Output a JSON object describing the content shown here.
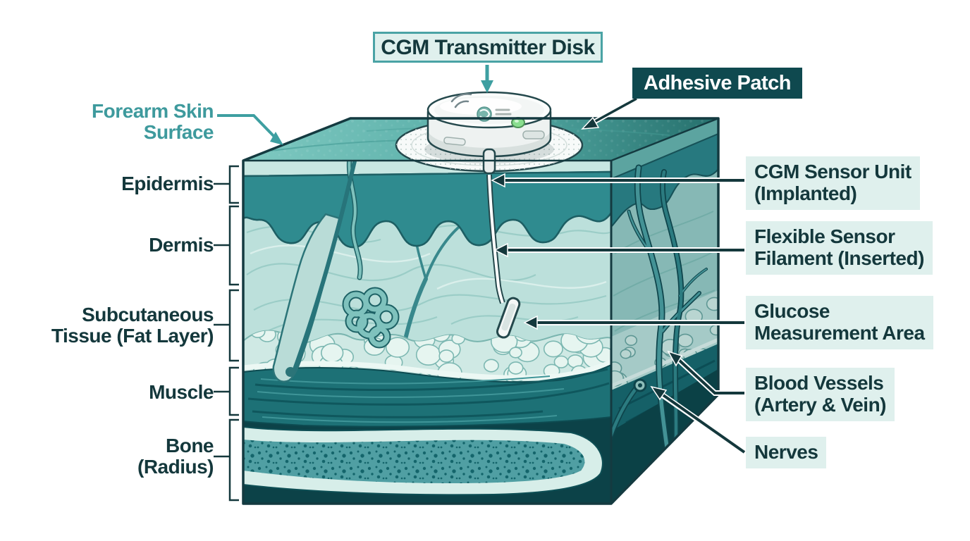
{
  "colors": {
    "accent_teal": "#3e9fa1",
    "label_text": "#14383c",
    "dark_box_bg": "#0f494f",
    "light_box_bg": "#dff0ed",
    "skin_teal": "#2f8b8f",
    "led_green": "#8ade8f"
  },
  "top_callouts": {
    "transmitter_disk": "CGM Transmitter Disk",
    "adhesive_patch": "Adhesive Patch"
  },
  "surface_callout": {
    "line1": "Forearm Skin",
    "line2": "Surface"
  },
  "layer_labels": {
    "epidermis": "Epidermis",
    "dermis": "Dermis",
    "subcutaneous_line1": "Subcutaneous",
    "subcutaneous_line2": "Tissue (Fat Layer)",
    "muscle": "Muscle",
    "bone_line1": "Bone",
    "bone_line2": "(Radius)"
  },
  "device_callouts": {
    "sensor_unit_line1": "CGM Sensor Unit",
    "sensor_unit_line2": "(Implanted)",
    "filament_line1": "Flexible Sensor",
    "filament_line2": "Filament (Inserted)",
    "glucose_line1": "Glucose",
    "glucose_line2": "Measurement Area",
    "vessels_line1": "Blood Vessels",
    "vessels_line2": "(Artery & Vein)",
    "nerves": "Nerves"
  }
}
